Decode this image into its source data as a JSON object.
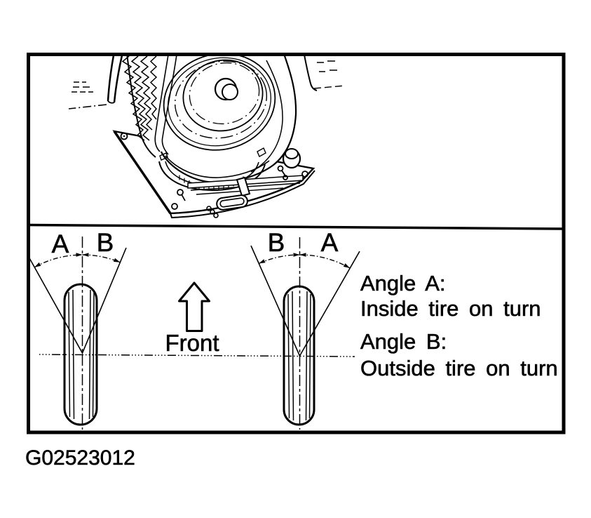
{
  "figure": {
    "code": "G02523012",
    "front_label": "Front",
    "left_wheel": {
      "labels": [
        "A",
        "B"
      ]
    },
    "right_wheel": {
      "labels": [
        "B",
        "A"
      ]
    },
    "legend": [
      {
        "title": "Angle A:",
        "desc": "Inside tire on turn"
      },
      {
        "title": "Angle B:",
        "desc": "Outside tire on turn"
      }
    ]
  }
}
